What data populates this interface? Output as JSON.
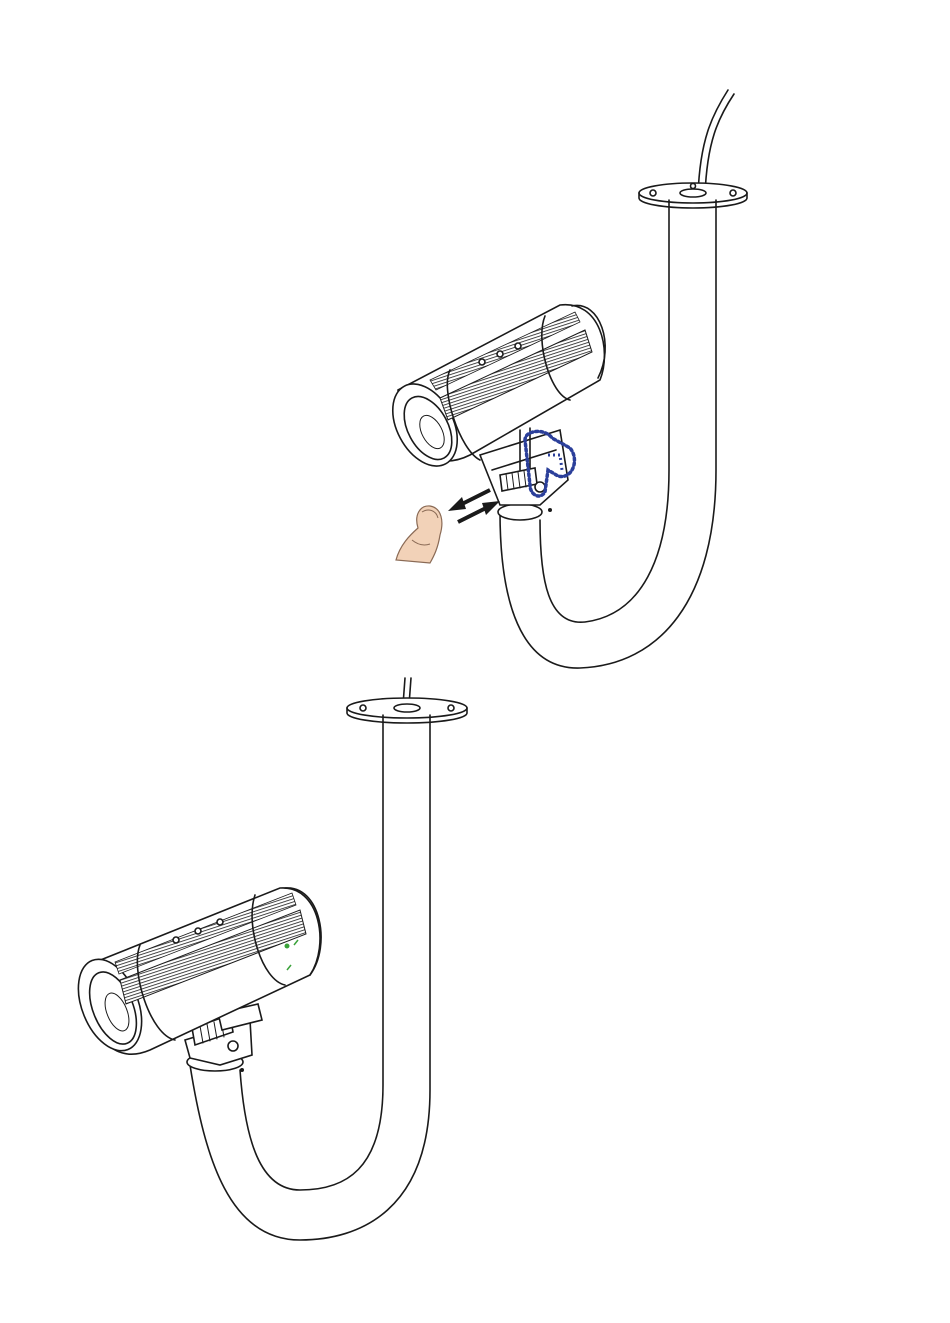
{
  "colors": {
    "ink": "#1a1a1a",
    "background": "#ffffff",
    "skin": "#f2d2b8",
    "skin_outline": "#8a6a55",
    "highlight_blue": "#2b3f9a",
    "marker_green": "#3aa23a"
  },
  "figures": [
    {
      "id": "step-1",
      "description_icons": [
        "thumb-icon",
        "push-arrow-icon",
        "pull-arrow-icon",
        "release-latch-highlight"
      ]
    },
    {
      "id": "step-2",
      "description_icons": [
        "locked-mount"
      ]
    }
  ]
}
